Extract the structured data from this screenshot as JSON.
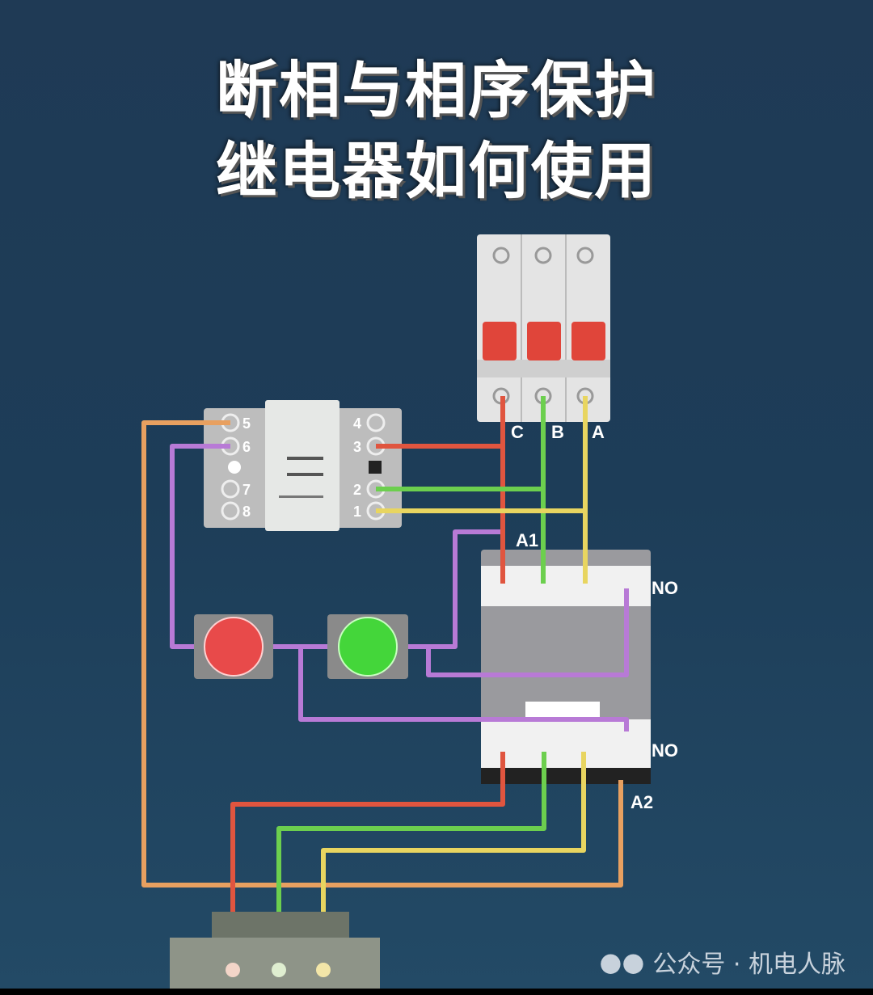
{
  "title": {
    "line1": "断相与相序保护",
    "line2": "继电器如何使用"
  },
  "breaker": {
    "phases": [
      "C",
      "B",
      "A"
    ]
  },
  "relay": {
    "left_terminals": [
      "5",
      "6",
      "7",
      "8"
    ],
    "right_terminals": [
      "4",
      "3",
      "2",
      "1"
    ]
  },
  "contactor": {
    "a1": "A1",
    "a2": "A2",
    "no_top": "NO",
    "no_bottom": "NO"
  },
  "watermark": {
    "text": "公众号 · 机电人脉"
  },
  "colors": {
    "red": "#e0553f",
    "green": "#6ccf4e",
    "yellow": "#e8d560",
    "orange": "#e8a060",
    "purple": "#b87ad6",
    "background": "#1f3a55"
  }
}
